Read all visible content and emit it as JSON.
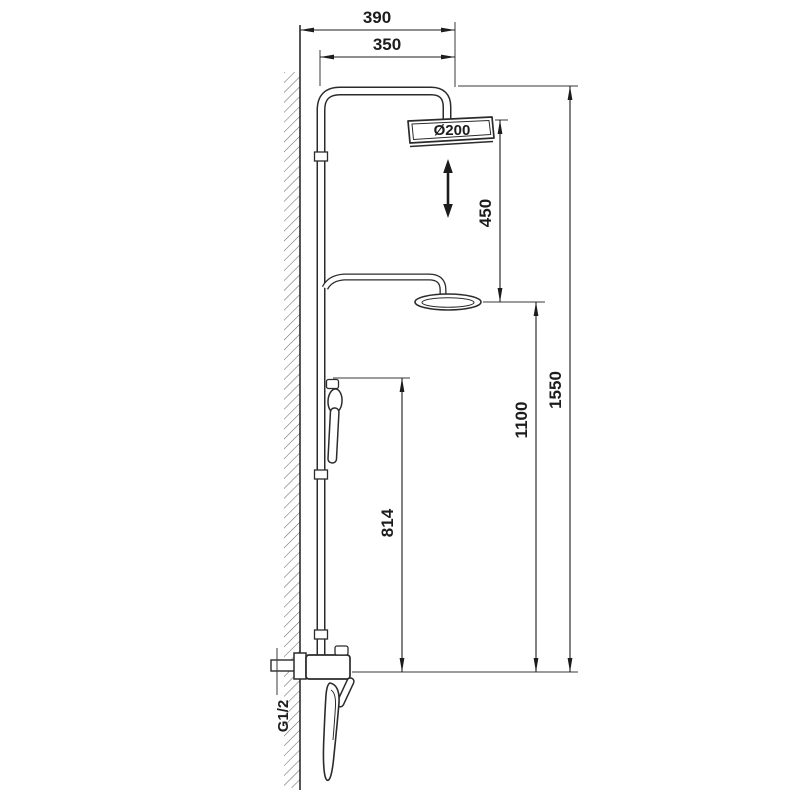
{
  "colors": {
    "line": "#2b2b2b",
    "thin_line": "#3a3a3a",
    "background": "#ffffff"
  },
  "diagram": {
    "labels": {
      "top_width": "390",
      "arm_width": "350",
      "head_travel": "450",
      "mid_height": "1100",
      "total_height": "1550",
      "mixer_height": "814",
      "head_diameter": "Ø200",
      "inlet_thread": "G1/2"
    }
  }
}
